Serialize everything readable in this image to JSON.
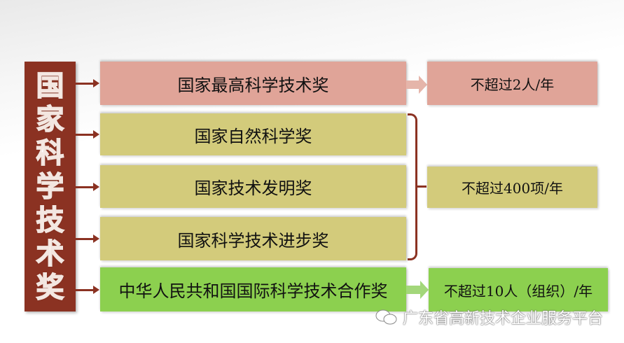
{
  "side_title": [
    "国",
    "家",
    "科",
    "学",
    "技",
    "术",
    "奖"
  ],
  "awards": [
    {
      "label": "国家最高科学技术奖",
      "color": "#e0a498"
    },
    {
      "label": "国家自然科学奖",
      "color": "#d3cb7b"
    },
    {
      "label": "国家技术发明奖",
      "color": "#d3cb7b"
    },
    {
      "label": "国家科学技术进步奖",
      "color": "#d3cb7b"
    },
    {
      "label": "中华人民共和国国际科学技术合作奖",
      "color": "#8cd04f"
    }
  ],
  "limits": {
    "top": "不超过2人/年",
    "middle": "不超过400项/年",
    "bottom": "不超过10人（组织）/年"
  },
  "watermark": {
    "icon": "wechat-icon",
    "text": "广东省高新技术企业服务平台"
  }
}
